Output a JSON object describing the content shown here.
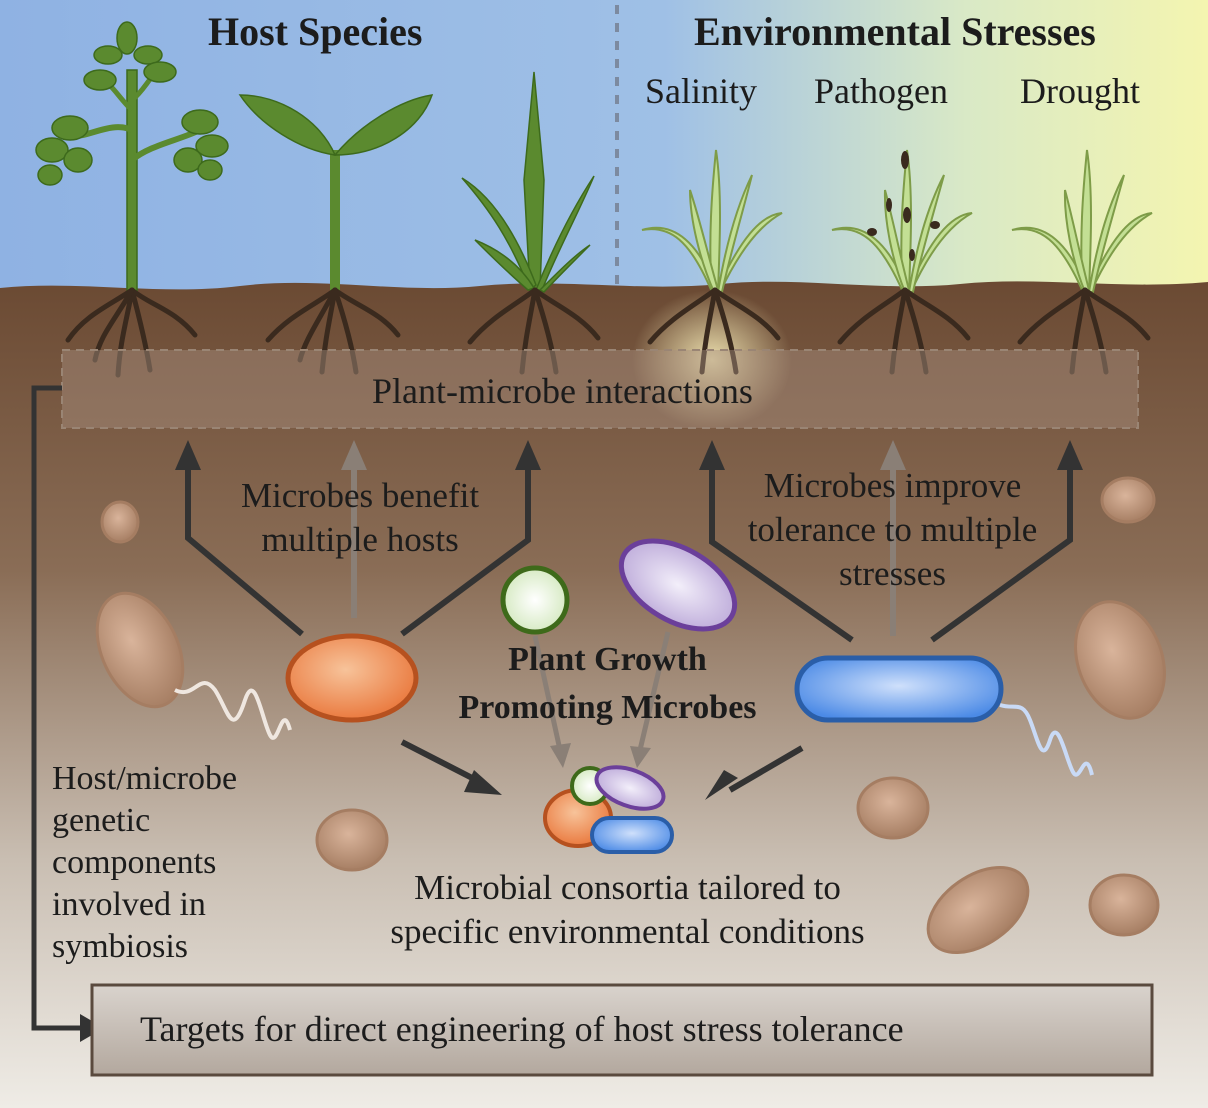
{
  "header": {
    "host_species": "Host Species",
    "environmental_stresses": "Environmental Stresses",
    "stresses": [
      "Salinity",
      "Pathogen",
      "Drought"
    ]
  },
  "interaction_band_label": "Plant-microbe interactions",
  "labels": {
    "microbes_benefit_multiple_hosts": [
      "Microbes benefit",
      "multiple hosts"
    ],
    "microbes_improve_tolerance": [
      "Microbes improve",
      "tolerance to multiple",
      "stresses"
    ],
    "plant_growth_promoting_microbes": [
      "Plant Growth",
      "Promoting Microbes"
    ],
    "microbial_consortia": [
      "Microbial consortia tailored to",
      "specific environmental conditions"
    ],
    "host_microbe_components": [
      "Host/microbe",
      "genetic",
      "components",
      "involved in",
      "symbiosis"
    ]
  },
  "bottom_box_label": "Targets for direct engineering of host stress tolerance",
  "colors": {
    "sky_left": "#8fb2e3",
    "sky_right": "#f4f5b0",
    "soil_top": "#6b4a33",
    "soil_bottom": "#efece6",
    "plant_green": "#5b8a2f",
    "stressed_plant": "#b9d98a",
    "orange_microbe": "#e8733a",
    "blue_microbe": "#3b7de0",
    "purple_microbe": "#7a4fa8",
    "green_microbe": "#4a7a22",
    "arrow_dark": "#333333"
  }
}
